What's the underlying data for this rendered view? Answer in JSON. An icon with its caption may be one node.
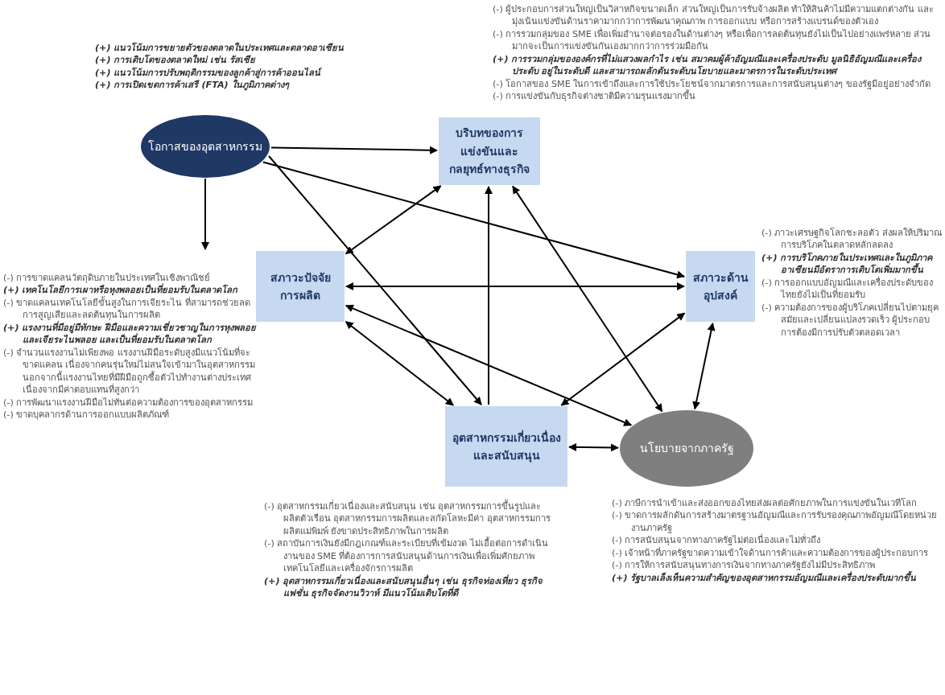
{
  "diagram": {
    "nodes": [
      {
        "text": [
          "โอกาสของอุตสาหกรรม"
        ],
        "beside": [
          "(+) แนวโน้มการขยายตัวของตลาดในประเทศและตลาดอาเซียน",
          "(+) การเติบโตของตลาดใหม่ เช่น รัสเซีย",
          "(+) แนวโน้มการปรับพฤติกรรมของลูกค้าสู่การค้าออนไลน์",
          "(+) การเปิดเขตการค้าเสรี (FTA) ในภูมิภาคต่างๆ"
        ]
      },
      {
        "text": [
          "บริบทของการแข่งขันและกลยุทธ์ทางธุรกิจ"
        ],
        "beside": [
          "(-) ผู้ประกอบการส่วนใหญ่เป็นวิสาหกิจขนาดเล็ก ส่วนใหญ่เป็นการรับจ้างผลิต ทำให้สินค้าไม่มีความแตกต่างกัน และมุ่งเน้นแข่งขันด้านราคามากกว่าการพัฒนาคุณภาพ การออกแบบ หรือการสร้างแบรนด์ของตัวเอง",
          "(-) การรวมกลุ่มของ SME เพื่อเพิ่มอำนาจต่อรองในด้านต่างๆ หรือเพื่อการลดต้นทุนยังไม่เป็นไปอย่างแพร่หลาย ส่วนมากจะเป็นการแข่งขันกันเองมากกว่าการร่วมมือกัน",
          "(+) การรวมกลุ่มขององค์กรที่ไม่แสวงผลกำไร เช่น สมาคมผู้ค้าอัญมณีและเครื่องประดับ มูลนิธิอัญมณีและเครื่องประดับ อยู่ในระดับดี และสามารถผลักดันระดับนโยบายและมาตรการในระดับประเทศ",
          "(-) โอกาสของ SME ในการเข้าถึงและการใช้ประโยชน์จากมาตรการและการสนับสนุนต่างๆ ของรัฐมีอยู่อย่างจำกัด",
          "(-) การแข่งขันกับธุรกิจต่างชาติมีความรุนแรงมากขึ้น"
        ]
      },
      {
        "text": [
          "สภาวะปัจจัยการผลิต"
        ],
        "beside": [
          "(-) การขาดแคลนวัตถุดิบภายในประเทศในเชิงพาณิชย์",
          "(+) เทคโนโลยีการเผาหรือหุงพลอยเป็นที่ยอมรับในตลาดโลก",
          "(-) ขาดแคลนเทคโนโลยีขั้นสูงในการเจียระไน ที่สามารถช่วยลดการสูญเสียและลดต้นทุนในการผลิต",
          "(+) แรงงานที่มีอยู่มีทักษะ ฝีมือและความเชี่ยวชาญในการหุงพลอยและเจียระไนพลอย และเป็นที่ยอมรับในตลาดโลก",
          "(-) จำนวนแรงงานไม่เพียงพอ แรงงานฝีมือระดับสูงมีแนวโน้มที่จะขาดแคลน เนื่องจากคนรุ่นใหม่ไม่สนใจเข้ามาในอุตสาหกรรม นอกจากนี้แรงงานไทยที่มีฝีมือถูกซื้อตัวไปทำงานต่างประเทศ เนื่องจากมีค่าตอบแทนที่สูงกว่า",
          "(-) การพัฒนาแรงงานฝีมือไม่ทันต่อความต้องการของอุตสาหกรรม",
          "(-) ขาดบุคลากรด้านการออกแบบผลิตภัณฑ์"
        ]
      },
      {
        "text": [
          "สภาวะด้านอุปสงค์"
        ],
        "beside": [
          "(-) ภาวะเศรษฐกิจโลกชะลอตัว ส่งผลให้ปริมาณการบริโภคในตลาดหลักลดลง",
          "(+) การบริโภคภายในประเทศและในภูมิภาคอาเซียนมีอัตราการเติบโตเพิ่มมากขึ้น",
          "(-) การออกแบบอัญมณีและเครื่องประดับของไทยยังไม่เป็นที่ยอมรับ",
          "(-) ความต้องการของผู้บริโภคเปลี่ยนไปตามยุคสมัยและเปลี่ยนแปลงรวดเร็ว ผู้ประกอบการต้องมีการปรับตัวตลอดเวลา"
        ]
      },
      {
        "text": [
          "อุตสาหกรรมเกี่ยวเนื่องและสนับสนุน"
        ],
        "beside": [
          "(-) อุตสาหกรรมเกี่ยวเนื่องและสนับสนุน เช่น อุตสาหกรรมการขึ้นรูปและผลิตตัวเรือน อุตสาหกรรมการผลิตและสกัดโลหะมีค่า อุตสาหกรรมการผลิตแม่พิมพ์ ยังขาดประสิทธิภาพในการผลิต",
          "(-) สถาบันการเงินยังมีกฎเกณฑ์และระเบียบที่เข้มงวด ไม่เอื้อต่อการดำเนินงานของ SME ที่ต้องการการสนับสนุนด้านการเงินเพื่อเพิ่มศักยภาพเทคโนโลยีและเครื่องจักรการผลิต",
          "(+) อุตสาหกรรมเกี่ยวเนื่องและสนับสนุนอื่นๆ เช่น ธุรกิจท่องเที่ยว ธุรกิจแฟชั่น ธุรกิจจัดงานวิวาห์ มีแนวโน้มเติบโตที่ดี"
        ]
      },
      {
        "text": [
          "นโยบายจากภาครัฐ"
        ],
        "beside": [
          "(-) ภาษีการนำเข้าและส่งออกของไทยส่งผลต่อศักยภาพในการแข่งขันในเวทีโลก",
          "(-) ขาดการผลักดันการสร้างมาตรฐานอัญมณีและการรับรองคุณภาพอัญมณีโดยหน่วยงานภาครัฐ",
          "(-) การสนับสนุนจากทางภาครัฐไม่ต่อเนื่องและไม่ทั่วถึง",
          "(-) เจ้าหน้าที่ภาครัฐขาดความเข้าใจด้านการค้าและความต้องการของผู้ประกอบการ",
          "(-) การให้การสนับสนุนทางการเงินจากทางภาครัฐยังไม่มีประสิทธิภาพ",
          "(+) รัฐบาลเล็งเห็นความสำคัญของอุตสาหกรรมอัญมณีและเครื่องประดับมากขึ้น"
        ]
      }
    ],
    "edges": [
      {
        "from": 0,
        "to": 1,
        "arrow": "to"
      },
      {
        "from": 0,
        "to": 2,
        "arrow": "to"
      },
      {
        "from": 0,
        "to": 3,
        "arrow": "to"
      },
      {
        "from": 0,
        "to": 4,
        "arrow": "to"
      },
      {
        "from": 2,
        "to": 1,
        "arrow": "both"
      },
      {
        "from": 1,
        "to": 5,
        "arrow": "both"
      },
      {
        "from": 4,
        "to": 1,
        "arrow": "to"
      },
      {
        "from": 2,
        "to": 3,
        "arrow": "both"
      },
      {
        "from": 2,
        "to": 4,
        "arrow": "both"
      },
      {
        "from": 2,
        "to": 5,
        "arrow": "both"
      },
      {
        "from": 4,
        "to": 3,
        "arrow": "both"
      },
      {
        "from": 3,
        "to": 5,
        "arrow": "both"
      },
      {
        "from": 4,
        "to": 5,
        "arrow": "both"
      }
    ]
  }
}
